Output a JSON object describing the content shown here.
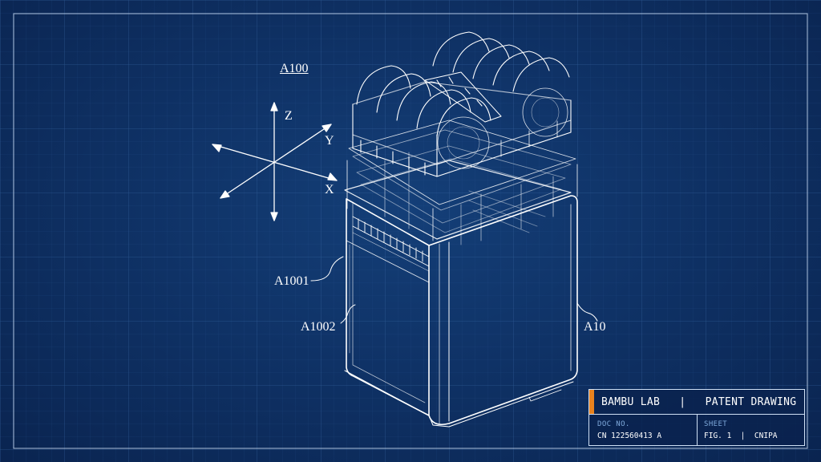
{
  "figure": {
    "figure_label": "A100",
    "axes": {
      "z": "Z",
      "y": "Y",
      "x": "X"
    },
    "callouts": {
      "a1001": "A1001",
      "a1002": "A1002",
      "a10": "A10"
    }
  },
  "title_block": {
    "company": "BAMBU LAB",
    "separator": "|",
    "drawing_type": "PATENT DRAWING",
    "doc_no_label": "DOC NO.",
    "doc_no_value": "CN 122560413 A",
    "sheet_label": "SHEET",
    "sheet_value": "FIG. 1  |  CNIPA"
  },
  "colors": {
    "background": "#0f3266",
    "grid": "#2b5a93",
    "line": "#ffffff",
    "accent": "#e8821e"
  }
}
